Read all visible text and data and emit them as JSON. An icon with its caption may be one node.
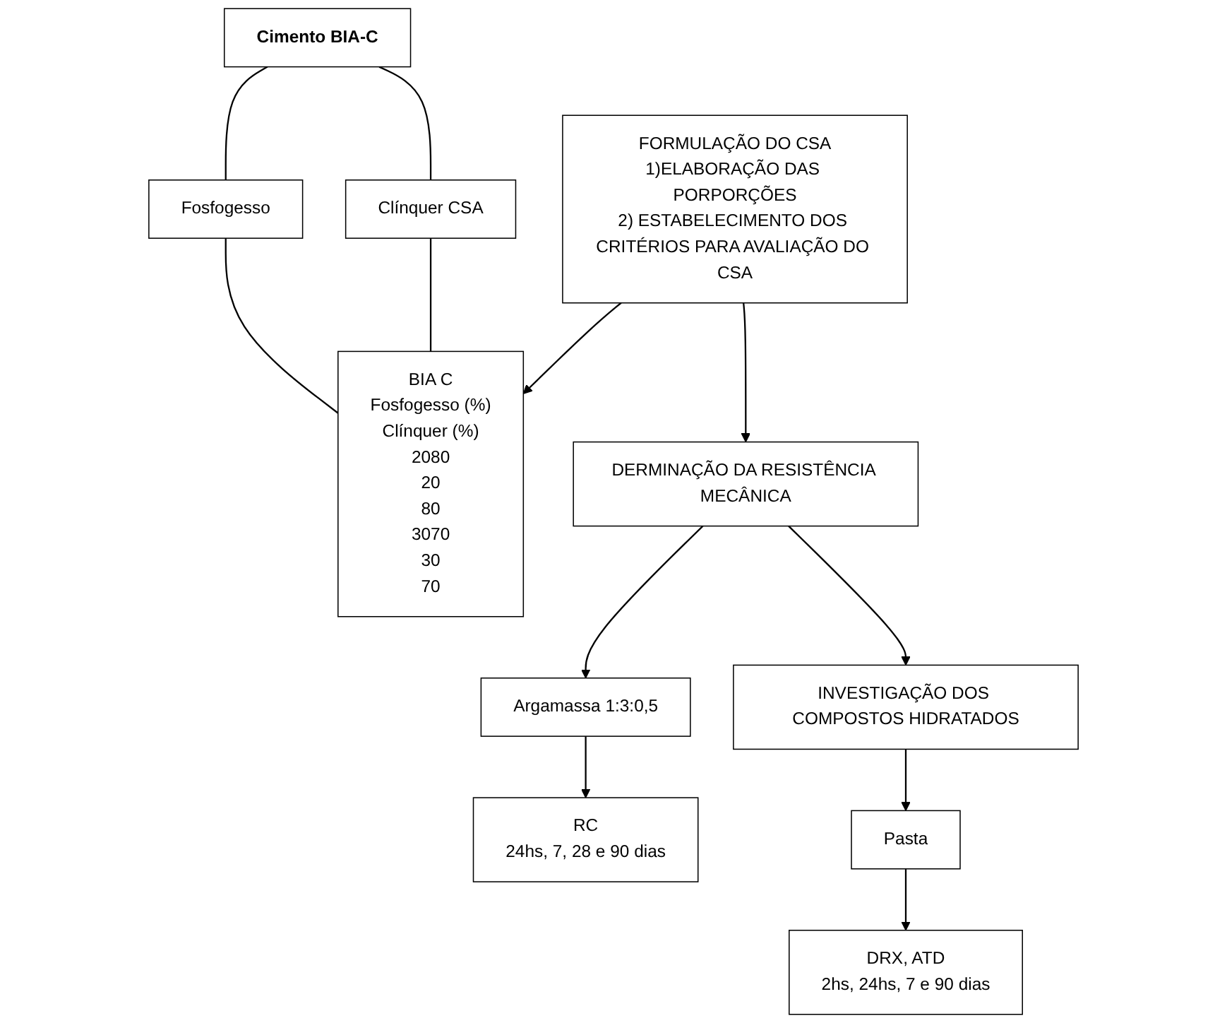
{
  "diagram": {
    "nodes": [
      {
        "text": [
          "Cimento BIA-C"
        ]
      },
      {
        "text": [
          "Fosfogesso"
        ]
      },
      {
        "text": [
          "Clínquer CSA"
        ]
      },
      {
        "text": [
          "FORMULAÇÃO DO CSA",
          "1)ELABORAÇÃO DAS PORPORÇÕES",
          "2) ESTABELECIMENTO DOS CRITÉRIOS PARA AVALIAÇÃO DO CSA"
        ]
      },
      {
        "text": [
          "BIA C",
          "Fosfogesso (%)",
          "Clínquer (%)",
          "2080",
          "20",
          "80",
          "3070",
          "30",
          "70"
        ]
      },
      {
        "text": [
          "DERMINAÇÃO DA RESISTÊNCIA MECÂNICA"
        ]
      },
      {
        "text": [
          "Argamassa 1:3:0,5"
        ]
      },
      {
        "text": [
          "RC",
          "24hs, 7, 28 e 90 dias"
        ]
      },
      {
        "text": [
          "INVESTIGAÇÃO DOS COMPOSTOS HIDRATADOS"
        ]
      },
      {
        "text": [
          "Pasta"
        ]
      },
      {
        "text": [
          "DRX, ATD",
          "2hs, 24hs, 7 e 90 dias"
        ]
      }
    ],
    "edges": [
      {
        "from": 0,
        "to": 1,
        "arrow": "none"
      },
      {
        "from": 0,
        "to": 2,
        "arrow": "none"
      },
      {
        "from": 1,
        "to": 4,
        "arrow": "none"
      },
      {
        "from": 2,
        "to": 4,
        "arrow": "none"
      },
      {
        "from": 3,
        "to": 4,
        "arrow": "to"
      },
      {
        "from": 3,
        "to": 5,
        "arrow": "to"
      },
      {
        "from": 5,
        "to": 6,
        "arrow": "to"
      },
      {
        "from": 6,
        "to": 7,
        "arrow": "to"
      },
      {
        "from": 5,
        "to": 8,
        "arrow": "to"
      },
      {
        "from": 8,
        "to": 9,
        "arrow": "to"
      },
      {
        "from": 9,
        "to": 10,
        "arrow": "to"
      }
    ]
  }
}
